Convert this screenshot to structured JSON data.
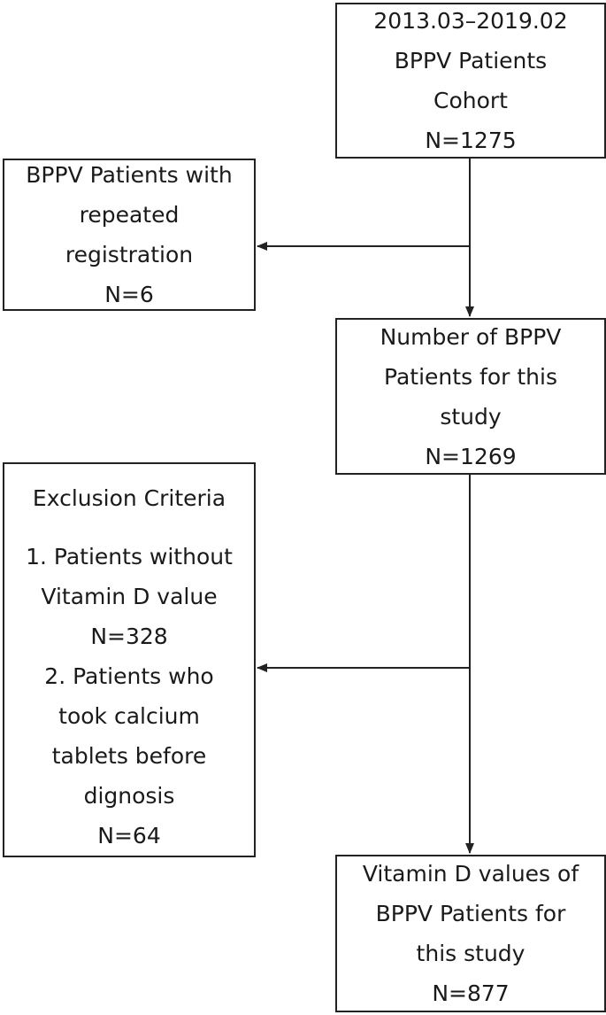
{
  "boxes": {
    "cohort": [
      "2013.03–2019.02",
      "BPPV Patients",
      "Cohort",
      "N=1275"
    ],
    "repeated": [
      "BPPV Patients with",
      "repeated",
      "registration",
      "N=6"
    ],
    "study": [
      "Number of BPPV",
      "Patients for this",
      "study",
      "N=1269"
    ],
    "exclusion": {
      "title": "Exclusion Criteria",
      "lines": [
        "1. Patients without",
        "Vitamin D value",
        "N=328",
        "2. Patients who",
        "took calcium",
        "tablets before",
        "dignosis",
        "N=64"
      ]
    },
    "final": [
      "Vitamin D values of",
      "BPPV Patients for",
      "this study",
      "N=877"
    ]
  },
  "colors": {
    "stroke": "#222222",
    "text": "#1a1a1a",
    "background": "#ffffff"
  }
}
